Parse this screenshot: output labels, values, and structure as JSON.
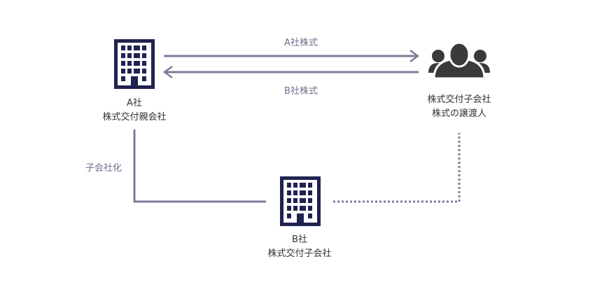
{
  "colors": {
    "building": "#1f2350",
    "line": "#7c7c9c",
    "people": "#3a3a3a"
  },
  "company_a": {
    "name": "A社",
    "role": "株式交付親会社",
    "icon": "building-icon"
  },
  "company_b": {
    "name": "B社",
    "role": "株式交付子会社",
    "icon": "building-icon"
  },
  "shareholders": {
    "line1": "株式交付子会社",
    "line2": "株式の譲渡人",
    "icon": "people-icon"
  },
  "arrows": {
    "a_shares": "A社株式",
    "b_shares": "B社株式",
    "subsidiary": "子会社化"
  }
}
